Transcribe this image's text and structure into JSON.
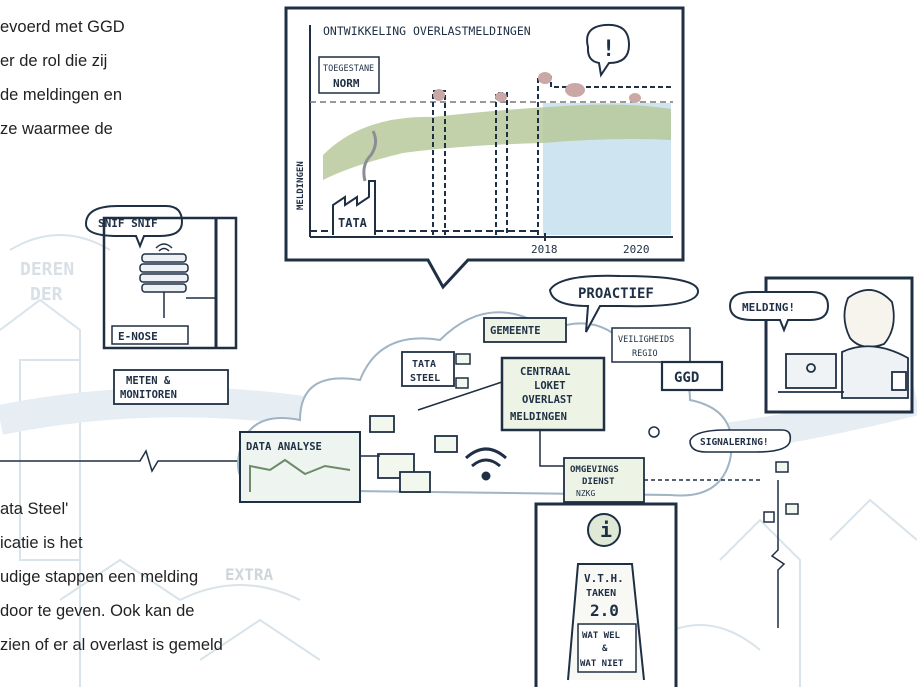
{
  "text_top": {
    "lines": [
      "evoerd met GGD",
      "er de rol die zij",
      "de meldingen en",
      "ze waarmee de"
    ]
  },
  "text_bottom": {
    "lines": [
      "ata Steel'",
      "icatie is het",
      "udige stappen een melding",
      "door te geven. Ook kan de",
      "zien of er al overlast is gemeld"
    ]
  },
  "chart": {
    "title": "ONTWIKKELING OVERLASTMELDINGEN",
    "norm_label_1": "TOEGESTANE",
    "norm_label_2": "NORM",
    "ylabel": "MELDINGEN",
    "factory_label": "TATA",
    "alert_symbol": "!",
    "year_start": "2018",
    "year_end": "2020"
  },
  "chart_data": {
    "type": "area",
    "title": "ONTWIKKELING OVERLASTMELDINGEN",
    "xlabel": "",
    "ylabel": "MELDINGEN",
    "x_ticks": [
      "2018",
      "2020"
    ],
    "annotations": [
      "TOEGESTANE NORM",
      "TATA",
      "!"
    ],
    "grid": false
  },
  "sensor": {
    "bubble": "SNIF SNIF",
    "label": "E-NOSE"
  },
  "measure": {
    "label_1": "METEN &",
    "label_2": "MONITOREN"
  },
  "data_analysis": {
    "label": "DATA ANALYSE"
  },
  "cloud": {
    "tata_1": "TATA",
    "tata_2": "STEEL",
    "gemeente": "GEMEENTE",
    "proactief": "PROACTIEF",
    "veiligheid_1": "VEILIGHEIDS",
    "veiligheid_2": "REGIO",
    "ggd": "GGD",
    "loket_1": "CENTRAAL",
    "loket_2": "LOKET",
    "loket_3": "OVERLAST",
    "loket_4": "MELDINGEN",
    "omgeving_1": "OMGEVINGS",
    "omgeving_2": "DIENST",
    "omgeving_3": "NZKG"
  },
  "melding": {
    "bubble": "MELDING!",
    "signalering": "SIGNALERING!"
  },
  "vth": {
    "info_icon": "i",
    "line1": "V.T.H.",
    "line2": "TAKEN",
    "line3": "2.0",
    "line4": "WAT WEL",
    "line5": "&",
    "line6": "WAT NIET"
  },
  "background_words": {
    "word1": "EXTRA",
    "word2": "DEREN",
    "word3": "DER"
  },
  "colors": {
    "ink": "#1f2f44",
    "area_green": "#b7c99a",
    "area_blue": "#cfe4f1",
    "norm_pink": "#c9a8a6"
  }
}
